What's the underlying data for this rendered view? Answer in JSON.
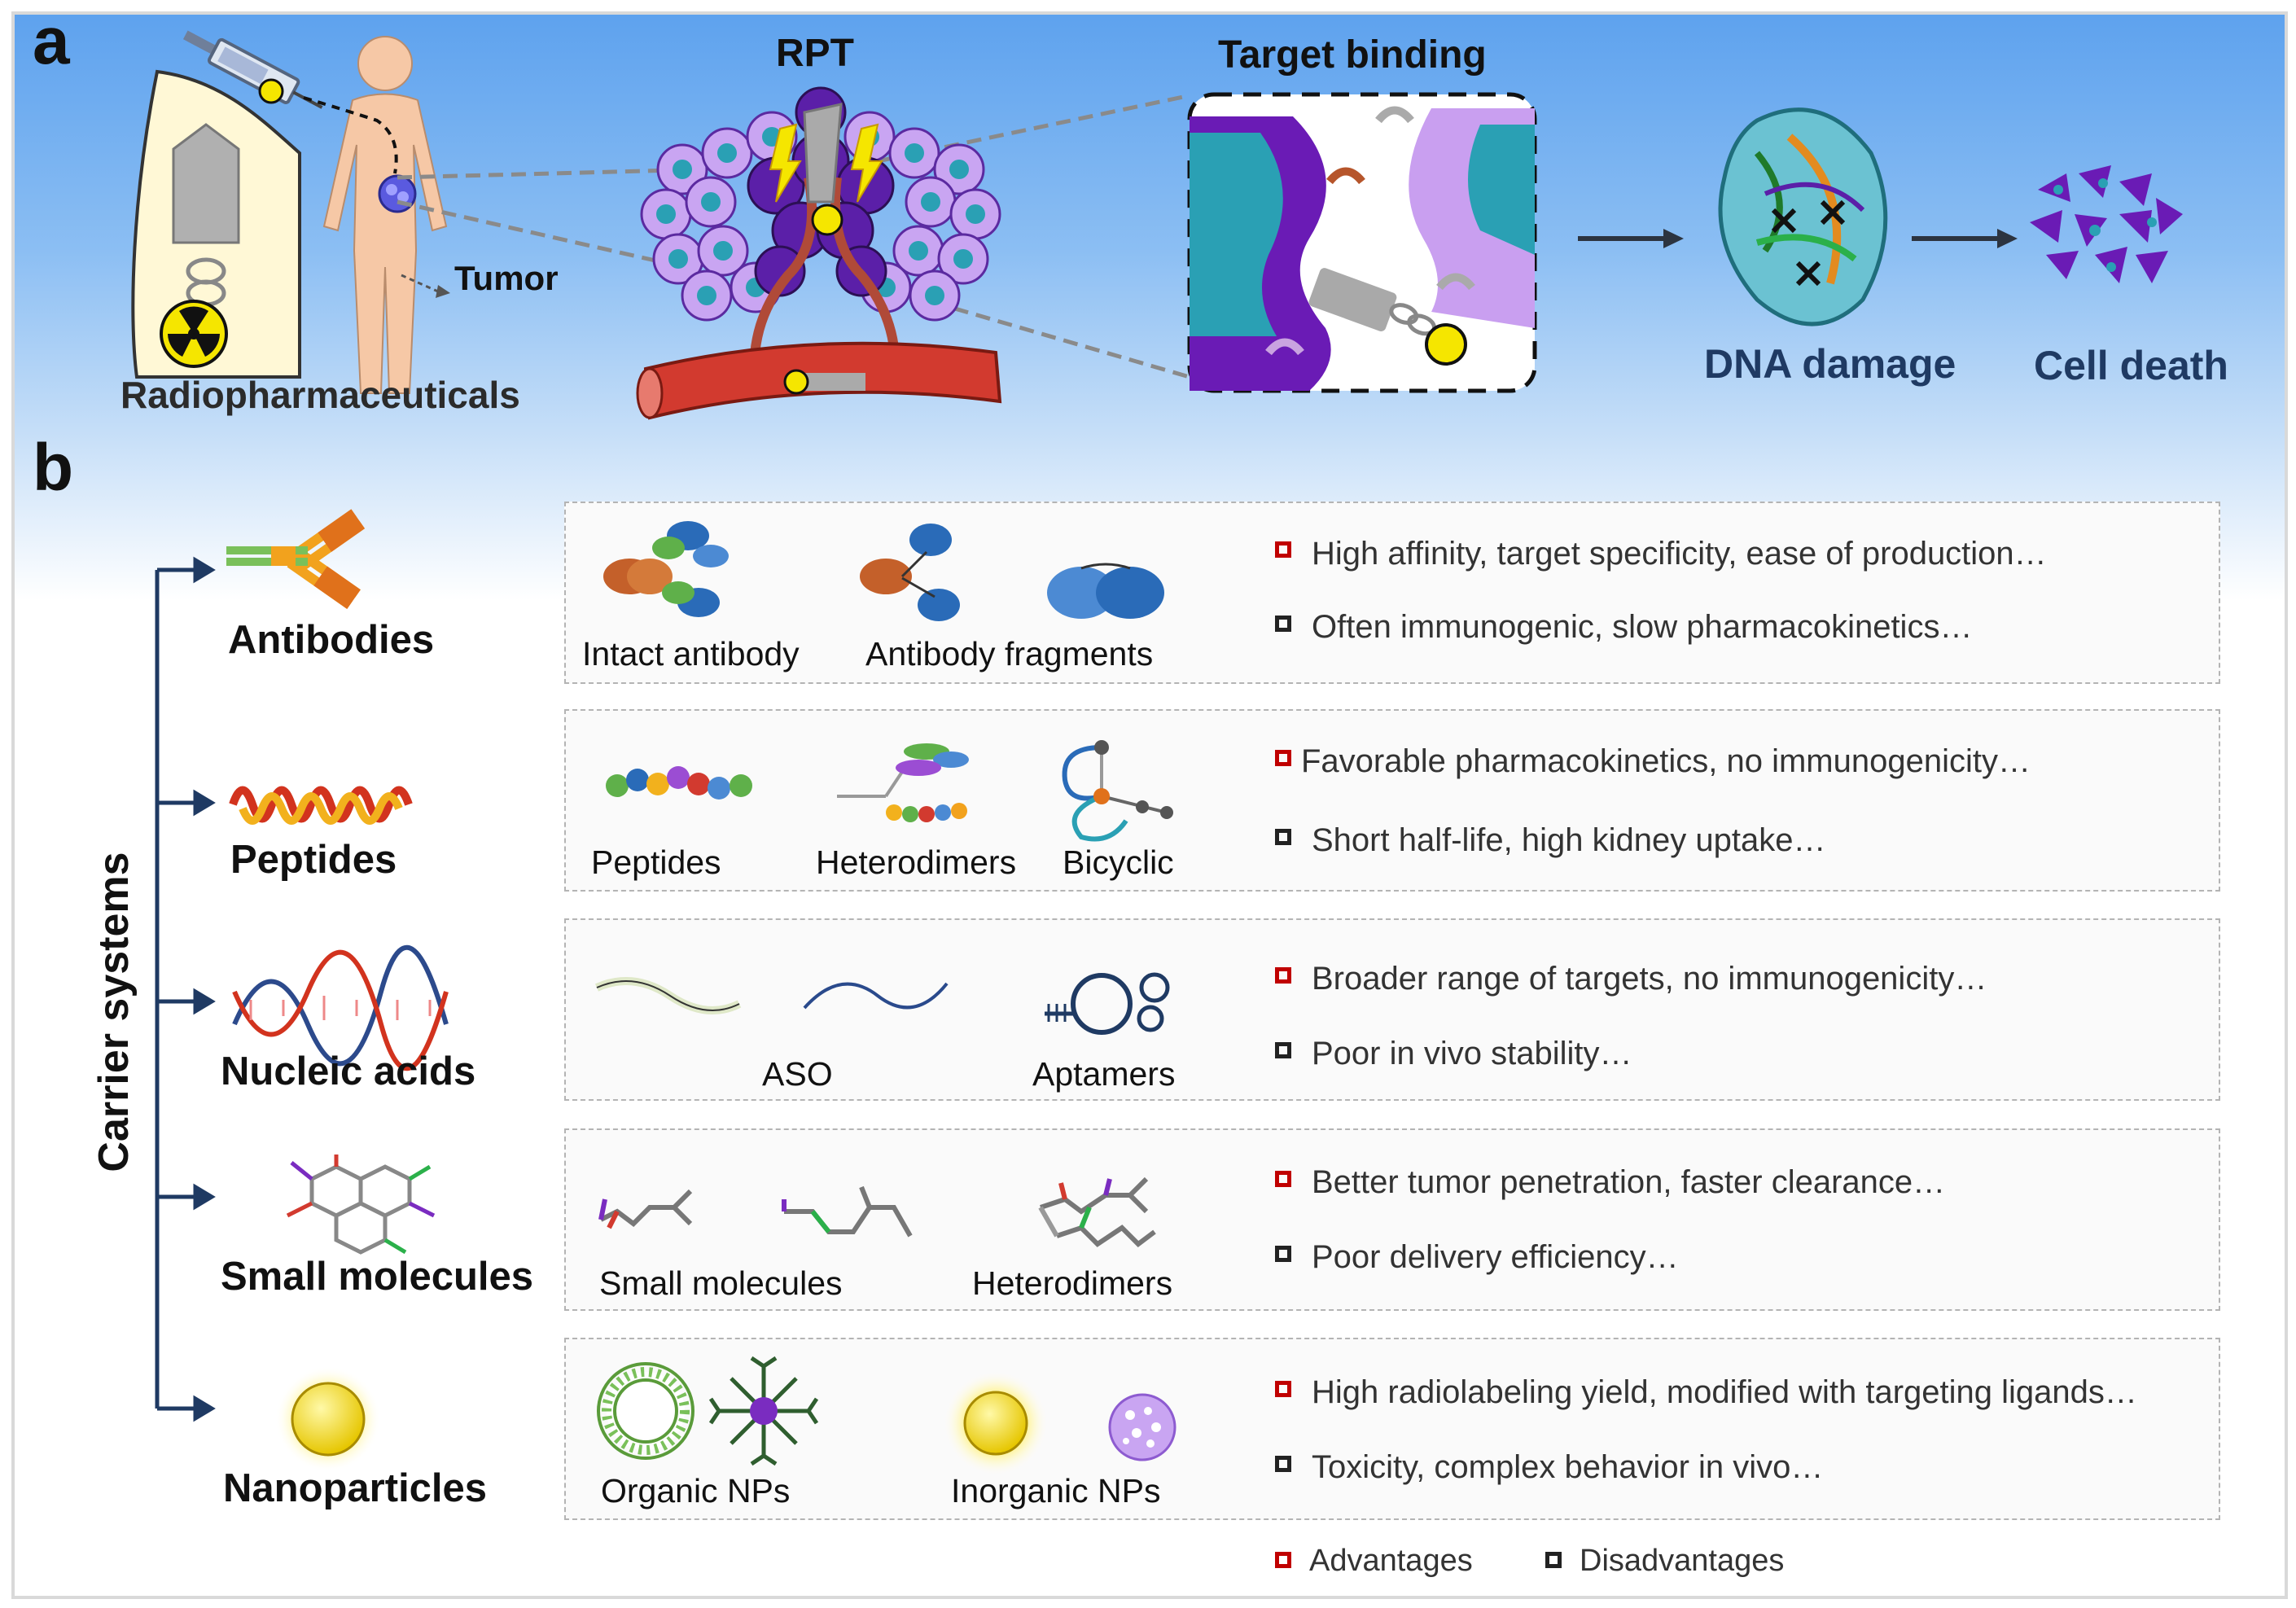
{
  "panel_a": {
    "letter": "a",
    "radiopharmaceuticals": "Radiopharmaceuticals",
    "tumor": "Tumor",
    "rpt": "RPT",
    "target_binding": "Target binding",
    "dna_damage": "DNA damage",
    "cell_death": "Cell death"
  },
  "panel_b": {
    "letter": "b",
    "axis_title": "Carrier systems",
    "rows": [
      {
        "carrier": "Antibodies",
        "items": [
          "Intact antibody",
          "Antibody fragments"
        ],
        "advantage": "High affinity, target specificity, ease of production…",
        "disadvantage": "Often immunogenic, slow pharmacokinetics…"
      },
      {
        "carrier": "Peptides",
        "items": [
          "Peptides",
          "Heterodimers",
          "Bicyclic"
        ],
        "advantage": "Favorable pharmacokinetics, no immunogenicity…",
        "disadvantage": "Short half-life, high kidney uptake…"
      },
      {
        "carrier": "Nucleic acids",
        "items": [
          "ASO",
          "Aptamers"
        ],
        "advantage": "Broader range of targets, no immunogenicity…",
        "disadvantage": "Poor in vivo stability…"
      },
      {
        "carrier": "Small molecules",
        "items": [
          "Small molecules",
          "Heterodimers"
        ],
        "advantage": "Better tumor penetration, faster clearance…",
        "disadvantage": "Poor delivery efficiency…"
      },
      {
        "carrier": "Nanoparticles",
        "items": [
          "Organic NPs",
          "Inorganic NPs"
        ],
        "advantage": "High radiolabeling yield, modified with targeting ligands…",
        "disadvantage": "Toxicity, complex behavior in vivo…"
      }
    ],
    "legend": {
      "advantages": "Advantages",
      "disadvantages": "Disadvantages",
      "advantage_color": "#c00000",
      "disadvantage_color": "#222222"
    }
  },
  "colors": {
    "navy": "#1f3a63",
    "purple": "#6a1bb5",
    "teal": "#2aa0b4",
    "radiation_yellow": "#f5e600"
  }
}
